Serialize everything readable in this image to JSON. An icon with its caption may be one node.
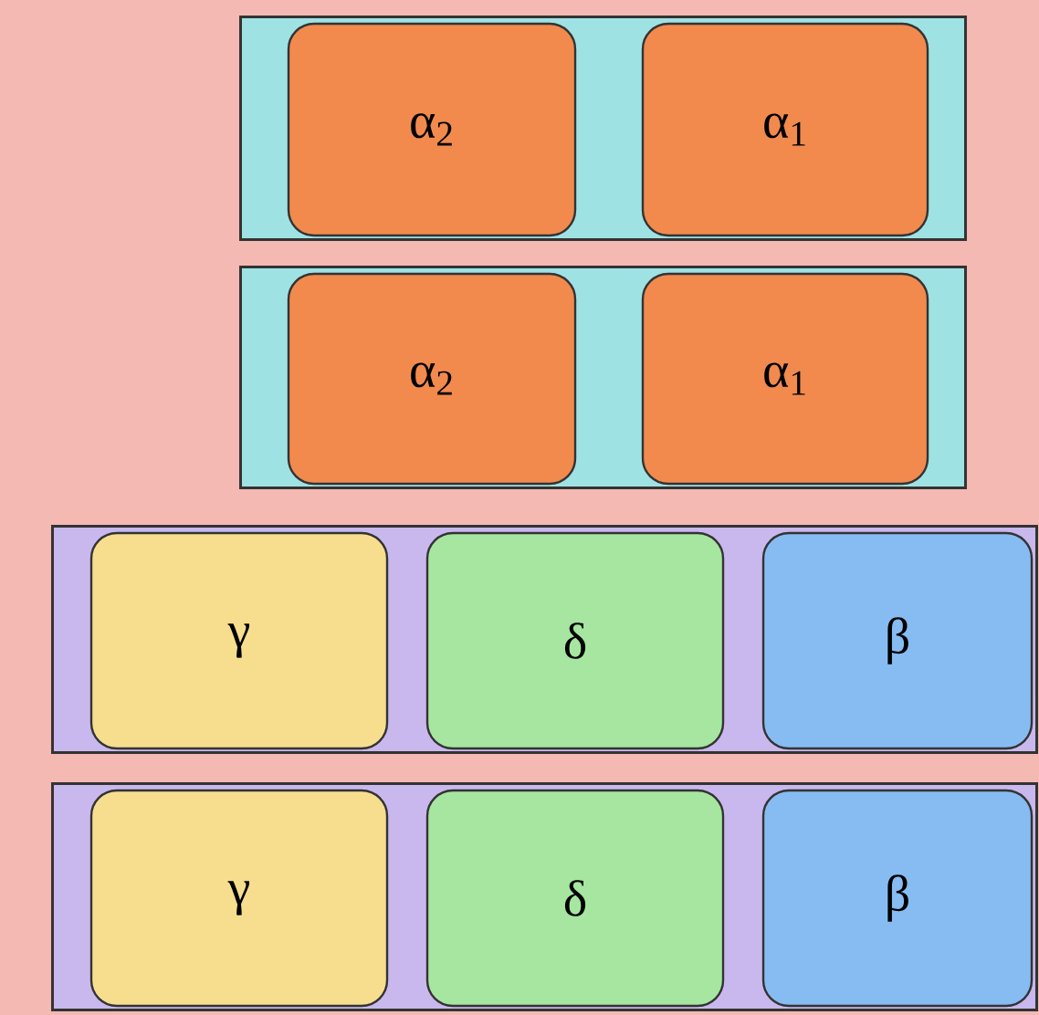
{
  "diagram": {
    "nodes": [
      {
        "text": [],
        "shape": "bar"
      },
      {
        "text": [
          "α$_{2}$"
        ],
        "in": 0
      },
      {
        "text": [
          "α$_{1}$"
        ],
        "in": 0
      },
      {
        "text": [],
        "shape": "bar"
      },
      {
        "text": [
          "α$_{2}$"
        ],
        "in": 3
      },
      {
        "text": [
          "α$_{1}$"
        ],
        "in": 3
      },
      {
        "text": [],
        "shape": "bar"
      },
      {
        "text": [
          "γ"
        ],
        "in": 6
      },
      {
        "text": [
          "δ"
        ],
        "in": 6
      },
      {
        "text": [
          "β"
        ],
        "in": 6
      },
      {
        "text": [],
        "shape": "bar"
      },
      {
        "text": [
          "γ"
        ],
        "in": 10
      },
      {
        "text": [
          "δ"
        ],
        "in": 10
      },
      {
        "text": [
          "β"
        ],
        "in": 10
      }
    ]
  }
}
